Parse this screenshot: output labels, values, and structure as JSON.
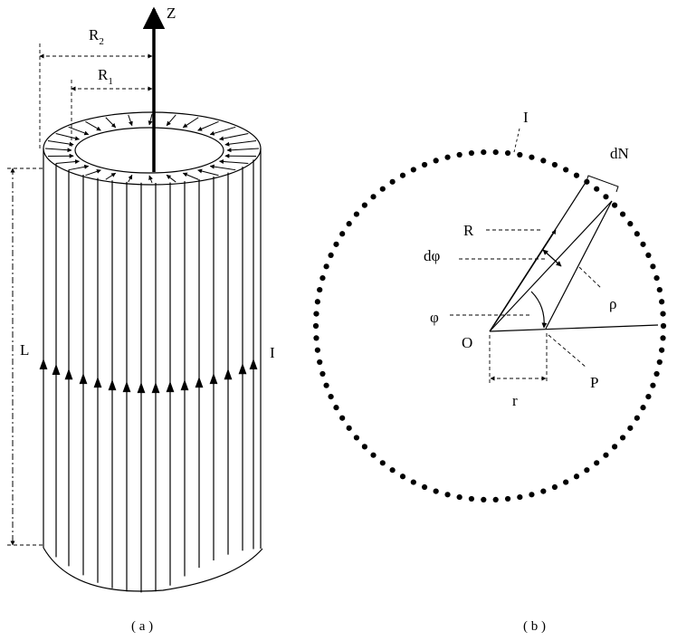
{
  "figure_a": {
    "caption": "( a )",
    "axis_label": "Z",
    "outer_radius_label": "R",
    "outer_radius_sub": "2",
    "inner_radius_label": "R",
    "inner_radius_sub": "1",
    "length_label": "L",
    "current_label": "I"
  },
  "figure_b": {
    "caption": "( b )",
    "current_label": "I",
    "element_label": "dN",
    "radius_label": "R",
    "dphi_label": "dφ",
    "rho_label": "ρ",
    "phi_label": "φ",
    "origin_label": "O",
    "point_label": "P",
    "r_label": "r"
  },
  "colors": {
    "ink": "#000000",
    "background": "#ffffff"
  }
}
